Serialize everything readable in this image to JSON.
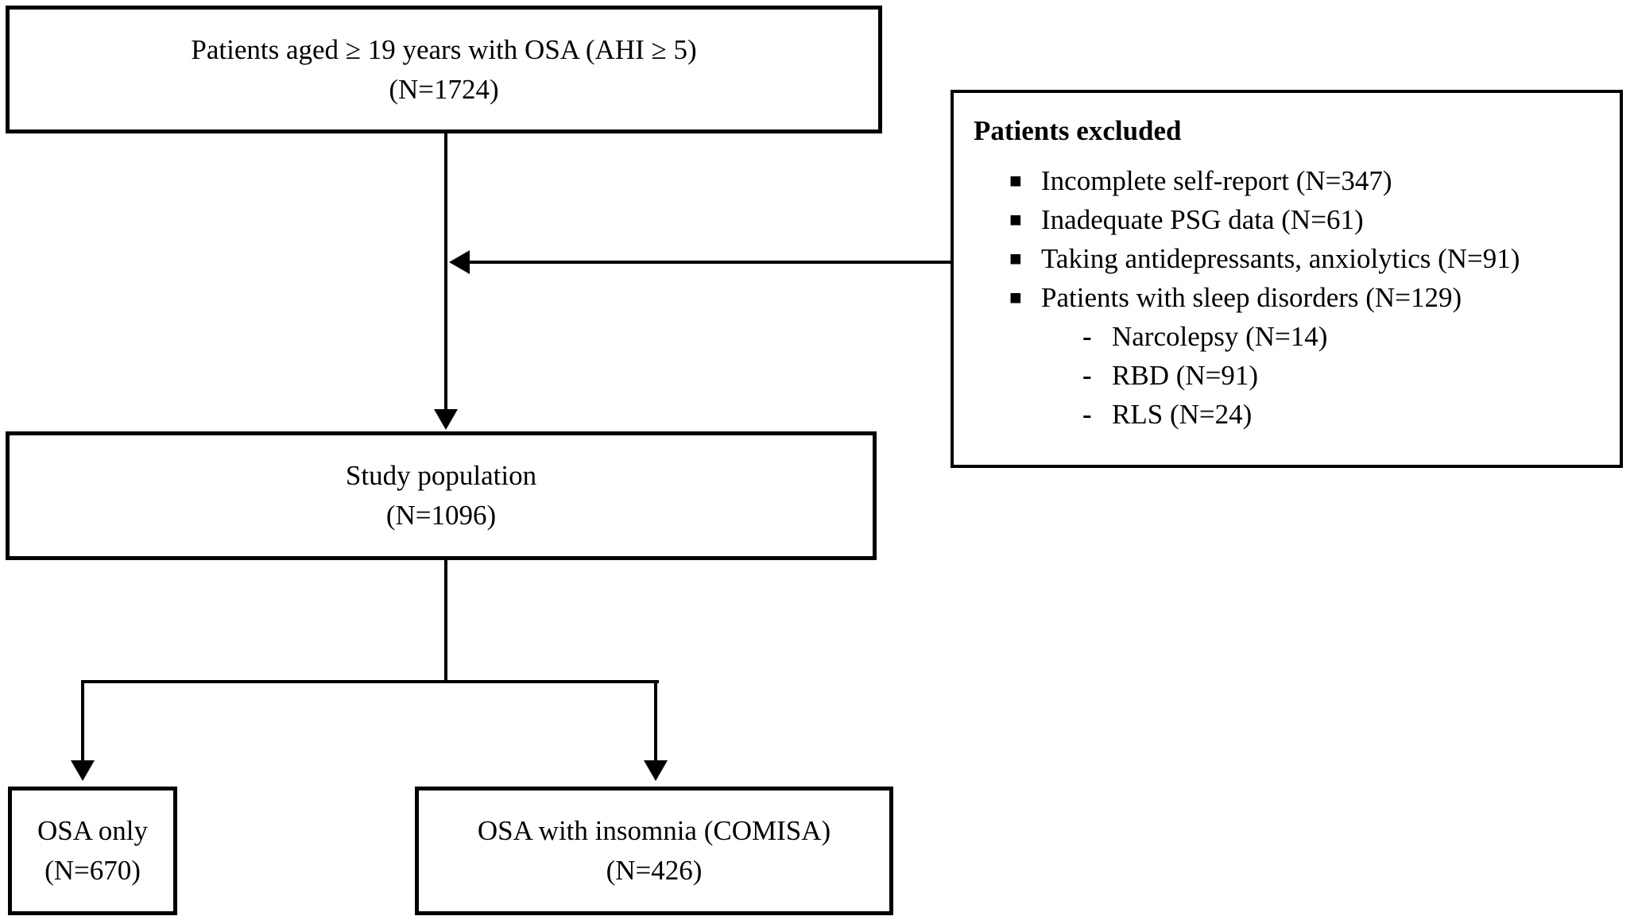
{
  "diagram": {
    "colors": {
      "line": "#000000",
      "text": "#000000",
      "background": "#ffffff"
    },
    "boxes": {
      "eligible": {
        "line1": "Patients aged ≥ 19 years with OSA (AHI ≥ 5)",
        "line2": "(N=1724)"
      },
      "excluded": {
        "title": "Patients excluded",
        "bullet": "■",
        "dash": "-",
        "items": [
          {
            "label": "Incomplete self-report (N=347)"
          },
          {
            "label": "Inadequate PSG data (N=61)"
          },
          {
            "label": "Taking antidepressants, anxiolytics (N=91)"
          },
          {
            "label": "Patients with sleep disorders (N=129)"
          }
        ],
        "sub_items": [
          "Narcolepsy (N=14)",
          "RBD (N=91)",
          "RLS (N=24)"
        ]
      },
      "study": {
        "line1": "Study population",
        "line2": "(N=1096)"
      },
      "osa_only": {
        "line1": "OSA only",
        "line2": "(N=670)"
      },
      "comisa": {
        "line1": "OSA with insomnia (COMISA)",
        "line2": "(N=426)"
      }
    }
  }
}
